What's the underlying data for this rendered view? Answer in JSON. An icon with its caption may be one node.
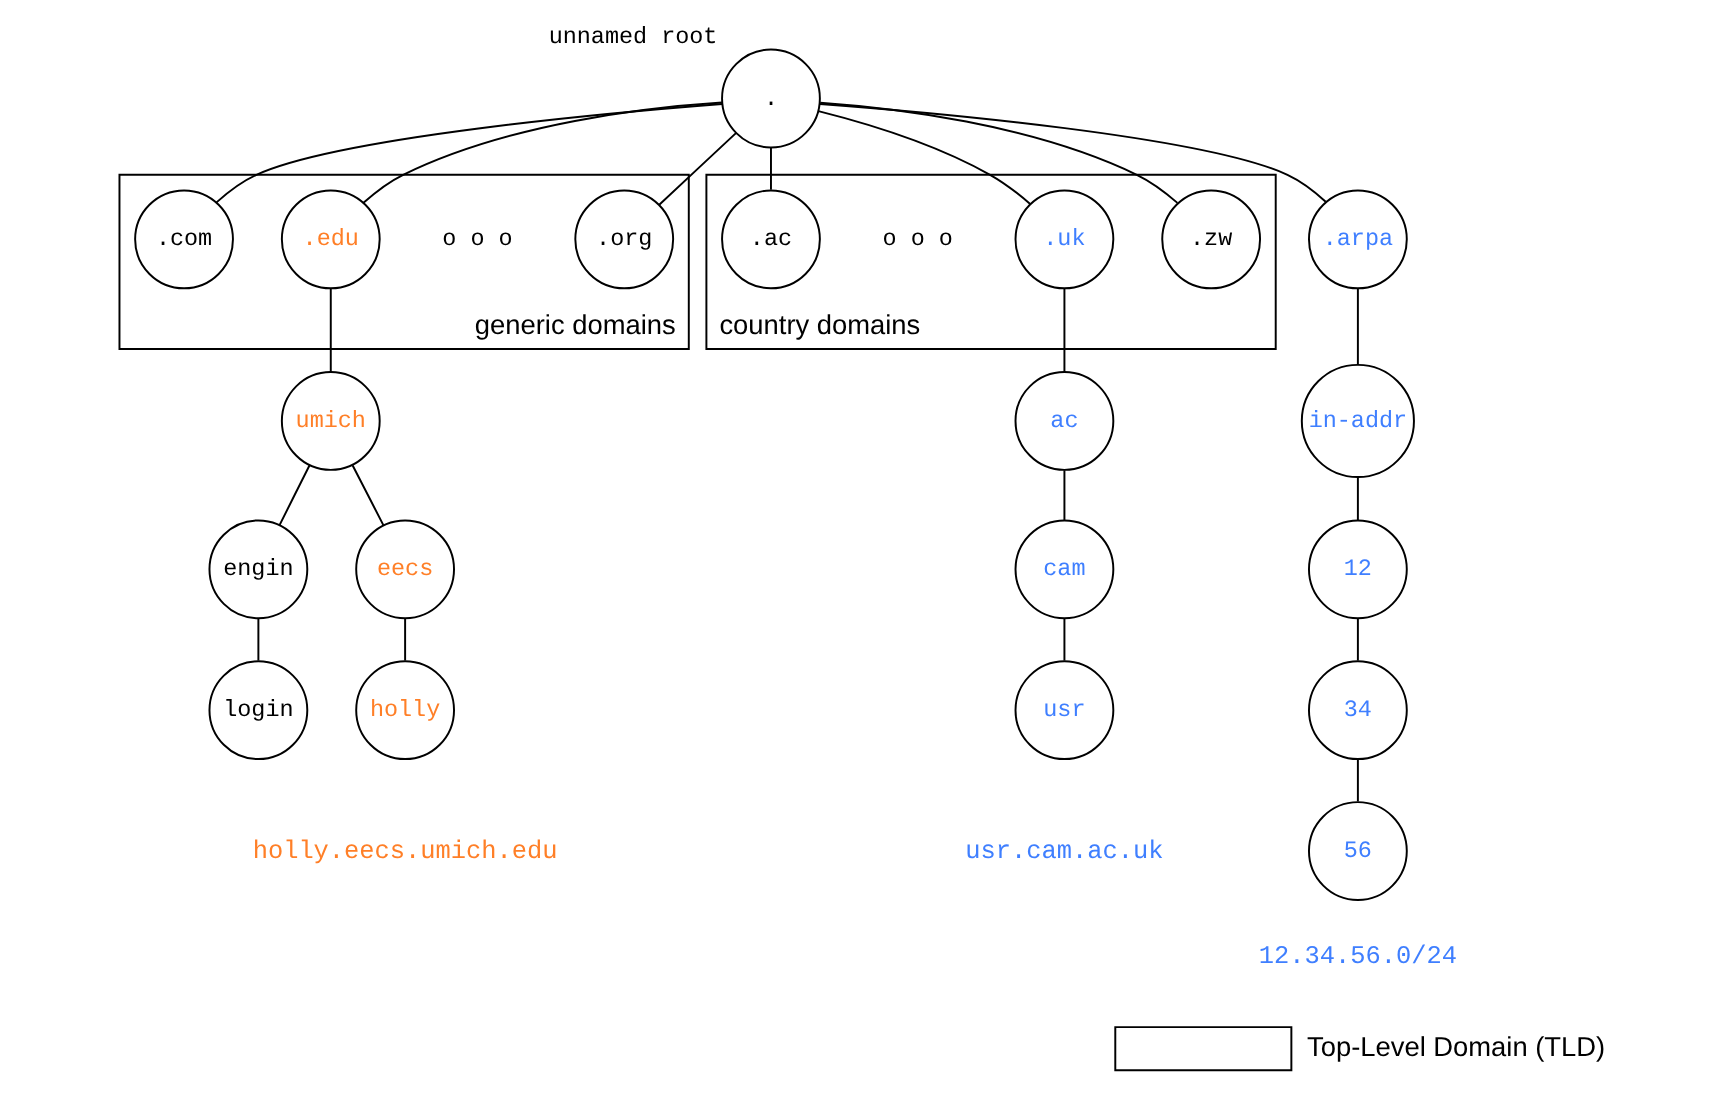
{
  "diagram": {
    "nodes": [
      {
        "text": [
          "."
        ],
        "beside": [
          "unnamed root"
        ]
      },
      {
        "text": [
          "generic domains"
        ]
      },
      {
        "text": [
          ".com"
        ],
        "in": 1
      },
      {
        "text": [
          ".edu"
        ],
        "in": 1
      },
      {
        "text": [
          ".org"
        ],
        "in": 1
      },
      {
        "text": [
          "country domains"
        ]
      },
      {
        "text": [
          ".ac"
        ],
        "in": 5
      },
      {
        "text": [
          ".uk"
        ],
        "in": 5
      },
      {
        "text": [
          ".zw"
        ],
        "in": 5
      },
      {
        "text": [
          ".arpa"
        ]
      },
      {
        "text": [
          "umich"
        ]
      },
      {
        "text": [
          "engin"
        ]
      },
      {
        "text": [
          "eecs"
        ]
      },
      {
        "text": [
          "login"
        ]
      },
      {
        "text": [
          "holly"
        ],
        "beside": [
          "holly.eecs.umich.edu"
        ]
      },
      {
        "text": [
          "ac"
        ]
      },
      {
        "text": [
          "cam"
        ]
      },
      {
        "text": [
          "usr"
        ],
        "beside": [
          "usr.cam.ac.uk"
        ]
      },
      {
        "text": [
          "in-addr"
        ]
      },
      {
        "text": [
          "12"
        ]
      },
      {
        "text": [
          "34"
        ]
      },
      {
        "text": [
          "56"
        ],
        "beside": [
          "12.34.56.0/24"
        ]
      }
    ],
    "edges": [
      {
        "from": 0,
        "to": 2,
        "arrow": "none"
      },
      {
        "from": 0,
        "to": 3,
        "arrow": "none"
      },
      {
        "from": 0,
        "to": 4,
        "arrow": "none"
      },
      {
        "from": 0,
        "to": 6,
        "arrow": "none"
      },
      {
        "from": 0,
        "to": 7,
        "arrow": "none"
      },
      {
        "from": 0,
        "to": 8,
        "arrow": "none"
      },
      {
        "from": 0,
        "to": 9,
        "arrow": "none"
      },
      {
        "from": 3,
        "to": 10,
        "arrow": "none"
      },
      {
        "from": 10,
        "to": 11,
        "arrow": "none"
      },
      {
        "from": 10,
        "to": 12,
        "arrow": "none"
      },
      {
        "from": 11,
        "to": 13,
        "arrow": "none"
      },
      {
        "from": 12,
        "to": 14,
        "arrow": "none"
      },
      {
        "from": 7,
        "to": 15,
        "arrow": "none"
      },
      {
        "from": 15,
        "to": 16,
        "arrow": "none"
      },
      {
        "from": 16,
        "to": 17,
        "arrow": "none"
      },
      {
        "from": 9,
        "to": 18,
        "arrow": "none"
      },
      {
        "from": 18,
        "to": 19,
        "arrow": "none"
      },
      {
        "from": 19,
        "to": 20,
        "arrow": "none"
      },
      {
        "from": 20,
        "to": 21,
        "arrow": "none"
      }
    ],
    "labels": [
      "o o o",
      "o o o"
    ],
    "legend": [
      {
        "text": "Top-Level Domain (TLD)"
      }
    ]
  }
}
